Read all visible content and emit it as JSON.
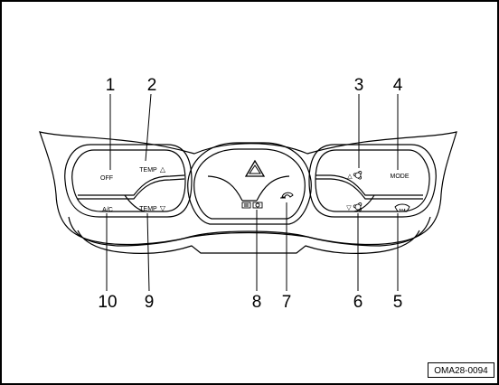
{
  "callouts": [
    {
      "label": "1"
    },
    {
      "label": "2"
    },
    {
      "label": "3"
    },
    {
      "label": "4"
    },
    {
      "label": "5"
    },
    {
      "label": "6"
    },
    {
      "label": "7"
    },
    {
      "label": "8"
    },
    {
      "label": "9"
    },
    {
      "label": "10"
    }
  ],
  "left_panel": {
    "off": "OFF",
    "temp_up": "TEMP",
    "temp_down": "TEMP",
    "ac": "A/C"
  },
  "right_panel": {
    "mode": "MODE"
  },
  "reference_code": "OMA28-0094",
  "colors": {
    "line": "#000000",
    "background": "#ffffff"
  },
  "icons": [
    "triangle-up-icon",
    "triangle-down-icon",
    "fan-icon",
    "hazard-icon",
    "rear-defrost-icon",
    "recirculation-icon",
    "windshield-defrost-icon"
  ]
}
